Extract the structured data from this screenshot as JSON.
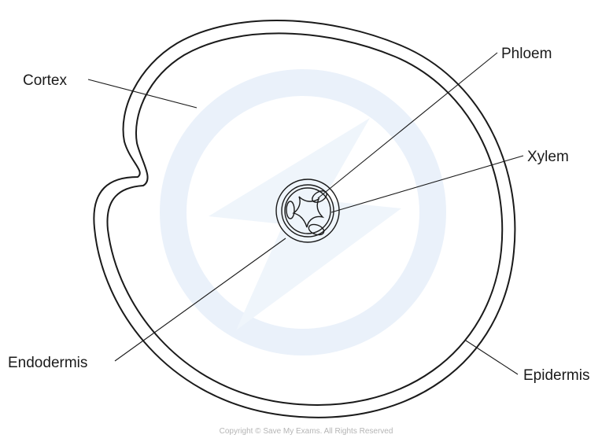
{
  "labels": {
    "cortex": "Cortex",
    "phloem": "Phloem",
    "xylem": "Xylem",
    "endodermis": "Endodermis",
    "epidermis": "Epidermis"
  },
  "copyright": "Copyright © Save My Exams. All Rights Reserved",
  "colors": {
    "ink": "#1a1a1a",
    "watermark": "#e8f0fa",
    "copyright_text": "#b5b5b5"
  }
}
